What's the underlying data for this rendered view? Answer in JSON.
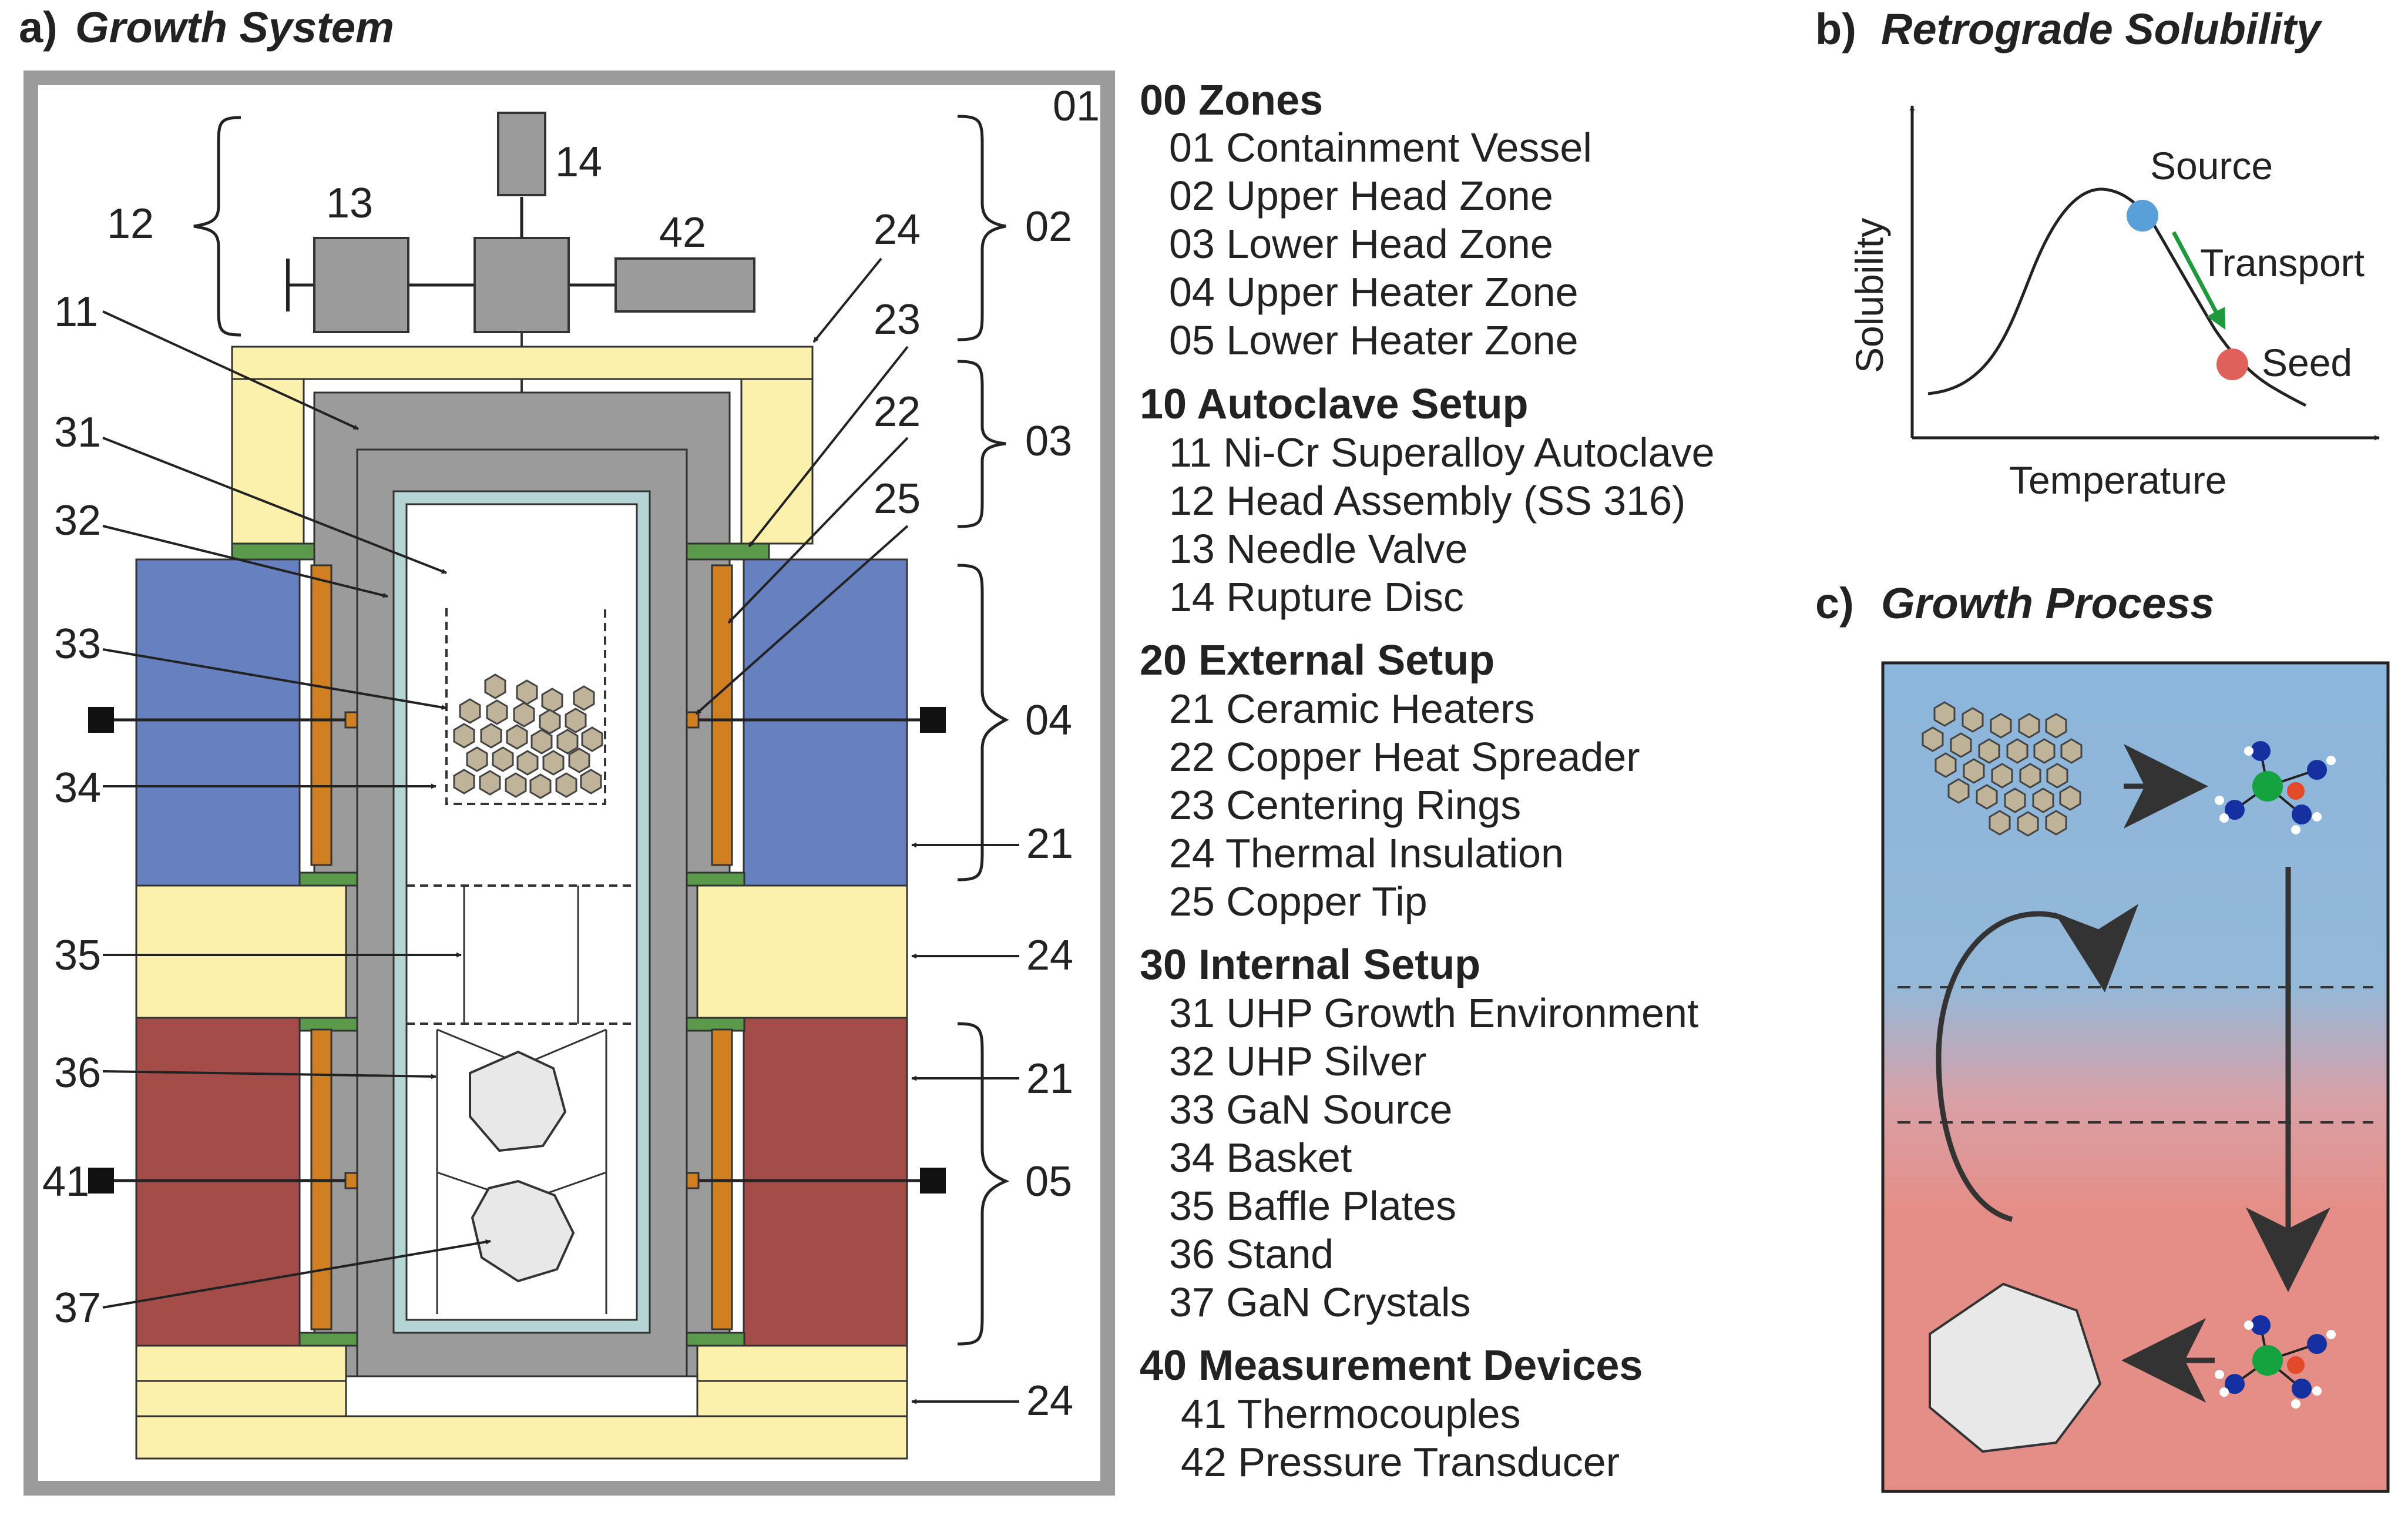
{
  "colors": {
    "vessel": "#9b9b9b",
    "insulation": "#fbf1ad",
    "ring": "#5b9a4b",
    "upper_heater": "#6680c0",
    "lower_heater": "#a44d48",
    "spreader": "#d07f21",
    "liner": "#b5d4d4",
    "arrow_green": "#1e9a3c",
    "source_dot": "#5aa0d8",
    "seed_dot": "#e0605a",
    "crystal": "#bfb49a",
    "process_top": "#8cb6dc",
    "process_bottom": "#e58e87"
  },
  "panel_a": {
    "label": "a)",
    "title": "Growth System",
    "labels": {
      "n01": "01",
      "n02": "02",
      "n03": "03",
      "n04": "04",
      "n05": "05",
      "n11": "11",
      "n12": "12",
      "n13": "13",
      "n14": "14",
      "n21a": "21",
      "n21b": "21",
      "n22": "22",
      "n23": "23",
      "n24a": "24",
      "n24b": "24",
      "n24c": "24",
      "n25": "25",
      "n31": "31",
      "n32": "32",
      "n33": "33",
      "n34": "34",
      "n35": "35",
      "n36": "36",
      "n37": "37",
      "n41": "41",
      "n42": "42"
    }
  },
  "legend": {
    "groups": [
      {
        "header": "00 Zones",
        "items": [
          "01 Containment Vessel",
          "02 Upper Head Zone",
          "03 Lower Head Zone",
          "04 Upper Heater Zone",
          "05 Lower Heater Zone"
        ]
      },
      {
        "header": "10 Autoclave Setup",
        "items": [
          "11 Ni-Cr Superalloy Autoclave",
          "12 Head Assembly (SS 316)",
          "13 Needle Valve",
          "14 Rupture Disc"
        ]
      },
      {
        "header": "20 External Setup",
        "items": [
          "21 Ceramic Heaters",
          "22 Copper Heat Spreader",
          "23 Centering Rings",
          "24 Thermal Insulation",
          "25 Copper Tip"
        ]
      },
      {
        "header": "30 Internal Setup",
        "items": [
          "31 UHP Growth Environment",
          "32 UHP Silver",
          "33 GaN Source",
          "34 Basket",
          "35 Baffle Plates",
          "36 Stand",
          "37 GaN Crystals"
        ]
      },
      {
        "header": "40 Measurement Devices",
        "items": [
          "41 Thermocouples",
          "42 Pressure Transducer"
        ]
      }
    ]
  },
  "panel_b": {
    "label": "b)",
    "title": "Retrograde Solubility",
    "xlabel": "Temperature",
    "ylabel": "Solubility",
    "source_label": "Source",
    "transport_label": "Transport",
    "seed_label": "Seed"
  },
  "panel_c": {
    "label": "c)",
    "title": "Growth Process"
  }
}
